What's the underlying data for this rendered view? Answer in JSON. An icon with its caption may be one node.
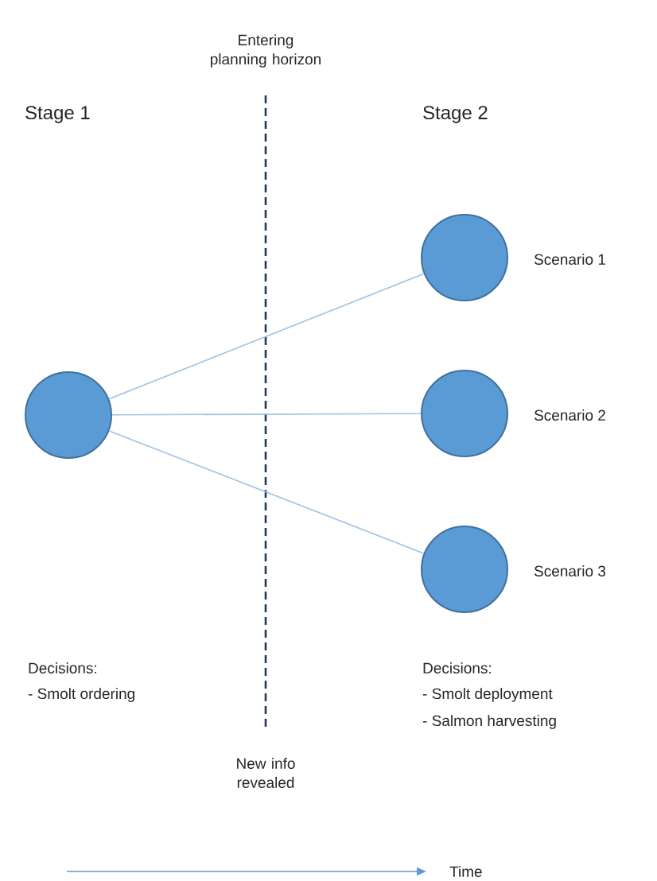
{
  "diagram": {
    "nodes": [
      {
        "text": [],
        "shape": "circle"
      },
      {
        "text": [],
        "shape": "circle",
        "beside": [
          "Scenario 1"
        ]
      },
      {
        "text": [],
        "shape": "circle",
        "beside": [
          "Scenario 2"
        ]
      },
      {
        "text": [],
        "shape": "circle",
        "beside": [
          "Scenario 3"
        ]
      }
    ],
    "edges": [
      {
        "from": 0,
        "to": 1,
        "arrow": "none"
      },
      {
        "from": 0,
        "to": 2,
        "arrow": "none"
      },
      {
        "from": 0,
        "to": 3,
        "arrow": "none"
      }
    ],
    "labels": [
      "Entering planning horizon",
      "Stage 1",
      "Stage 2",
      "Decisions:",
      "- Smolt ordering",
      "Decisions:",
      "- Smolt deployment",
      "- Salmon harvesting",
      "New info revealed",
      "Time"
    ]
  }
}
